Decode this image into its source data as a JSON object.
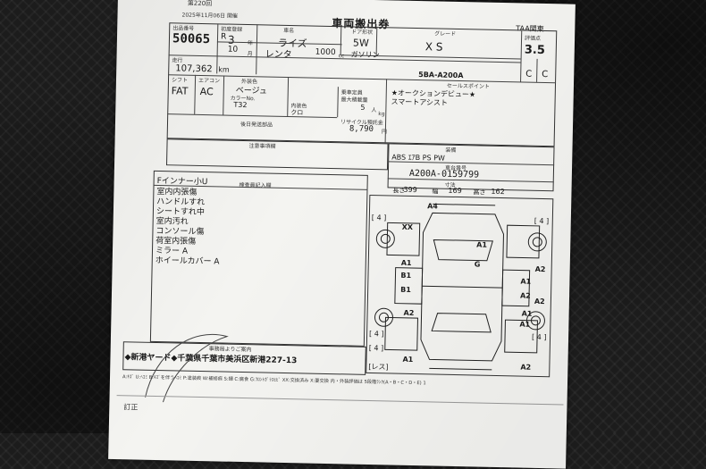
{
  "header": {
    "top_stub": "第220回",
    "date_line": "2025年11月06日 開催",
    "title": "車両搬出券",
    "org": "TAA関東"
  },
  "labels": {
    "lot_no": "出品番号",
    "year": "初度登録",
    "car_name": "車名",
    "doors": "ドア形状",
    "grade": "グレード",
    "score": "評価点",
    "mileage": "走行",
    "shift": "シフト",
    "aircon": "エアコン",
    "ext_color": "外装色",
    "color_no": "カラーNo.",
    "int_color": "内装色",
    "capacity": "乗車定員",
    "load": "最大積載量",
    "recycle": "リサイクル預託金",
    "sales_point": "セールスポイント",
    "equipment": "装備",
    "chassis": "車台番号",
    "dimensions": "寸法",
    "inspector_notes": "検査員記入欄",
    "notes": "注意事項欄",
    "later_parts": "後日発送部品",
    "office_notice": "事務局よりご案内"
  },
  "vehicle": {
    "lot_no": "50065",
    "era": "R",
    "year": "3",
    "year_unit": "年",
    "month": "10",
    "month_unit": "月",
    "car_name": "ライズ",
    "doors": "5W",
    "grade": "X S",
    "score": "3.5",
    "type_label": "レンタ",
    "displacement": "1000",
    "cc": "cc",
    "fuel": "ガソリン",
    "model_code": "5BA-A200A",
    "mileage": "107,362",
    "mileage_unit": "km",
    "shift": "FAT",
    "aircon": "AC",
    "ext_color": "ベージュ",
    "color_no": "T32",
    "int_color": "クロ",
    "capacity": "5",
    "capacity_unit": "人",
    "load_unit": "kg",
    "recycle": "8,790",
    "recycle_unit": "円",
    "ext_grade": "C",
    "int_grade": "C",
    "sales_points": [
      "★オークションデビュー★",
      "スマートアシスト"
    ],
    "equipment": "ABS ｴｱB PS PW",
    "chassis": "A200A-0159799",
    "length_label": "長さ",
    "length": "399",
    "width_label": "幅",
    "width": "169",
    "height_label": "高さ",
    "height": "162"
  },
  "inspector_remarks": [
    "Fインナー小U",
    "室内内張傷",
    "ハンドルすれ",
    "シートすれ中",
    "室内汚れ",
    "コンソール傷",
    "荷室内張傷",
    "ミラー A",
    "ホイールカバー A"
  ],
  "damage_marks": [
    "A4",
    "[ 4 ]",
    "XX",
    "A1",
    "[ 4 ]",
    "A1",
    "G",
    "B1",
    "B1",
    "A2",
    "A1",
    "A2",
    "A1",
    "A2",
    "A1",
    "A2",
    "[ 4 ]",
    "[ 4 ]",
    "A1",
    "A2",
    "[ 4 ]",
    "[レス]"
  ],
  "office_text": "◆新港ヤード◆千葉県千葉市美浜区新港227-13",
  "legend": "A:ｷｽﾞ U:ﾍｺﾐ B:ｷｽﾞを伴うﾍｺﾐ P:塗装痕 W:補修痕 S:錆 C:腐食 G:ﾌﾛﾝﾄｶﾞﾗｽﾋﾋﾞ XX:交換済み X:要交換 内・外装評価は 5段階ﾗﾝｸ(A・B・C・D・E) 1",
  "footer": {
    "correction": "訂正"
  }
}
